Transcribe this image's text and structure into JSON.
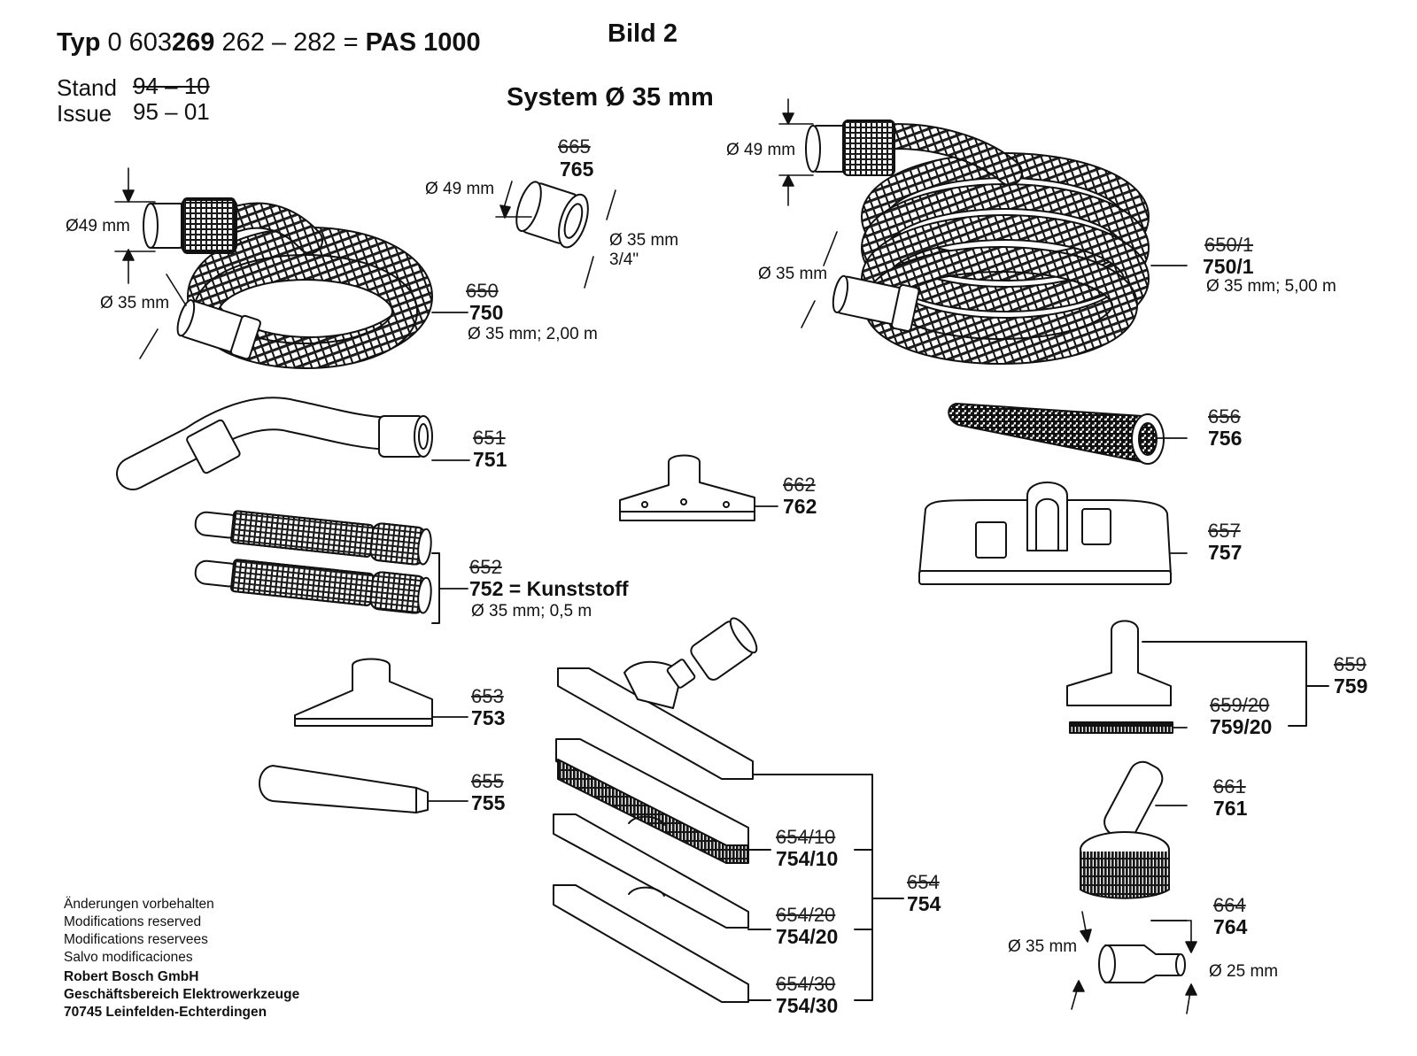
{
  "header": {
    "typ_label": "Typ",
    "typ_prefix": "0 603",
    "typ_bold": "269",
    "typ_range": "262 – 282",
    "equals": "=",
    "model": "PAS 1000",
    "figure": "Bild 2",
    "stand_label": "Stand",
    "stand_value_struck": "94 – 10",
    "issue_label": "Issue",
    "issue_value": "95 – 01",
    "system": "System Ø 35 mm"
  },
  "parts": [
    {
      "id": "hose-2m",
      "old": "650",
      "new": "750",
      "spec": "Ø 35 mm; 2,00 m",
      "dims": [
        "Ø49 mm",
        "Ø 35 mm"
      ]
    },
    {
      "id": "adapter",
      "old": "665",
      "new": "765",
      "dims": [
        "Ø 49 mm",
        "Ø 35 mm",
        "3/4\""
      ]
    },
    {
      "id": "hose-5m",
      "old": "650/1",
      "new": "750/1",
      "spec": "Ø 35 mm; 5,00 m",
      "dims": [
        "Ø 49 mm",
        "Ø 35 mm"
      ]
    },
    {
      "id": "elbow",
      "old": "651",
      "new": "751"
    },
    {
      "id": "filter-sleeve",
      "old": "656",
      "new": "756"
    },
    {
      "id": "upholstery-nozzle",
      "old": "662",
      "new": "762"
    },
    {
      "id": "floor-nozzle",
      "old": "657",
      "new": "757"
    },
    {
      "id": "extension-tubes",
      "old": "652",
      "new": "752",
      "suffix": "= Kunststoff",
      "spec": "Ø 35 mm; 0,5 m"
    },
    {
      "id": "small-nozzle",
      "old": "653",
      "new": "753"
    },
    {
      "id": "crevice-nozzle",
      "old": "655",
      "new": "755"
    },
    {
      "id": "wet-dry-nozzle",
      "old": "654",
      "new": "754"
    },
    {
      "id": "strip-brush",
      "old": "654/10",
      "new": "754/10"
    },
    {
      "id": "strip-rubber",
      "old": "654/20",
      "new": "754/20"
    },
    {
      "id": "strip-squeegee",
      "old": "654/30",
      "new": "754/30"
    },
    {
      "id": "brush-nozzle",
      "old": "659",
      "new": "759"
    },
    {
      "id": "brush-strip",
      "old": "659/20",
      "new": "759/20"
    },
    {
      "id": "round-brush",
      "old": "661",
      "new": "761"
    },
    {
      "id": "reducer",
      "old": "664",
      "new": "764",
      "dims": [
        "Ø 35 mm",
        "Ø 25 mm"
      ]
    }
  ],
  "footer": {
    "lines": [
      "Änderungen vorbehalten",
      "Modifications reserved",
      "Modifications reservees",
      "Salvo modificaciones"
    ],
    "company": [
      "Robert Bosch GmbH",
      "Geschäftsbereich Elektrowerkzeuge",
      "70745 Leinfelden-Echterdingen"
    ]
  }
}
